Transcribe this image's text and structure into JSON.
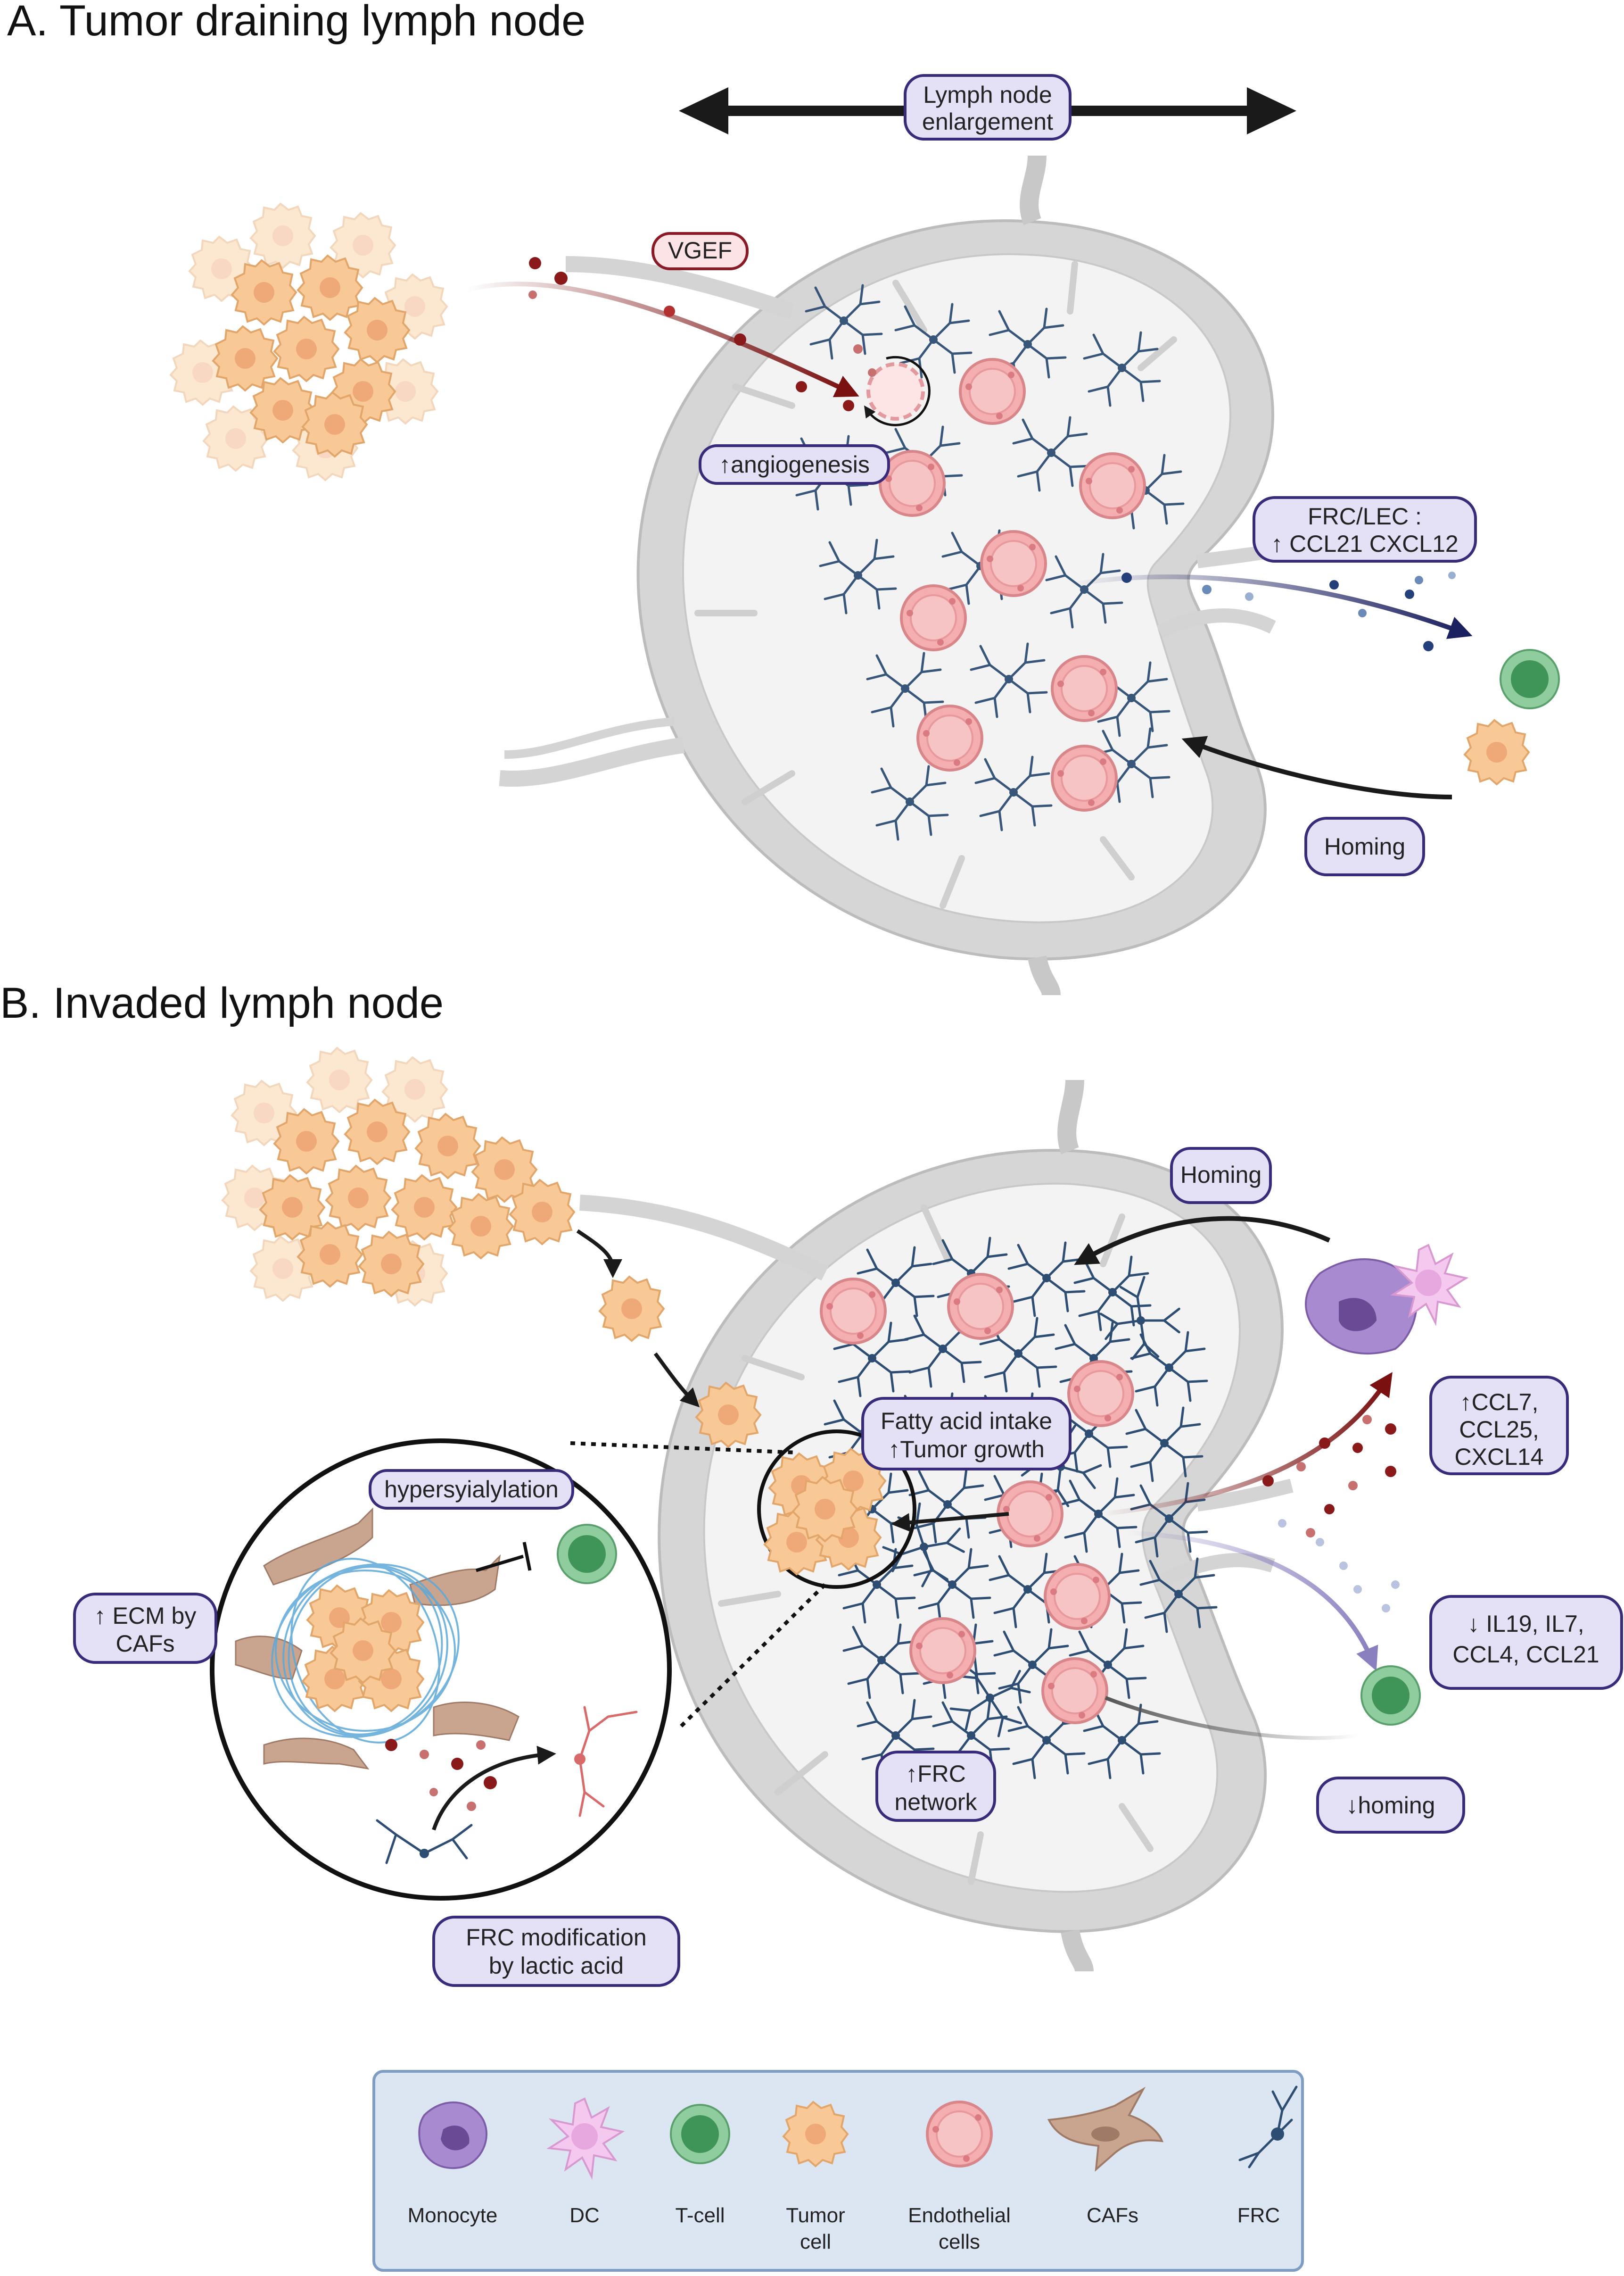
{
  "panels": {
    "a_title": "A. Tumor draining lymph node",
    "b_title": "B. Invaded lymph node"
  },
  "labels_a": {
    "enlargement_1": "Lymph node",
    "enlargement_2": "enlargement",
    "vgef": "VGEF",
    "angiogenesis": "↑angiogenesis",
    "frc_lec_1": "FRC/LEC :",
    "frc_lec_2": "↑ CCL21 CXCL12",
    "homing": "Homing"
  },
  "labels_b": {
    "homing": "Homing",
    "fatty_1": "Fatty acid intake",
    "fatty_2": "↑Tumor growth",
    "ccl_up_1": "↑CCL7,",
    "ccl_up_2": "CCL25,",
    "ccl_up_3": "CXCL14",
    "hypersialylation": "hypersyialylation",
    "ecm_1": "↑ ECM by",
    "ecm_2": "CAFs",
    "il_down_1": "↓ IL19, IL7,",
    "il_down_2": "CCL4, CCL21",
    "frc_net_1": "↑FRC",
    "frc_net_2": "network",
    "homing_down": "↓homing",
    "frc_mod_1": "FRC modification",
    "frc_mod_2": "by lactic acid"
  },
  "legend": {
    "items": [
      {
        "line1": "Monocyte",
        "line2": "",
        "icon": "monocyte-icon"
      },
      {
        "line1": "DC",
        "line2": "",
        "icon": "dc-icon"
      },
      {
        "line1": "T-cell",
        "line2": "",
        "icon": "t-cell-icon"
      },
      {
        "line1": "Tumor",
        "line2": "cell",
        "icon": "tumor-cell-icon"
      },
      {
        "line1": "Endothelial",
        "line2": "cells",
        "icon": "endothelial-icon"
      },
      {
        "line1": "CAFs",
        "line2": "",
        "icon": "caf-icon"
      },
      {
        "line1": "FRC",
        "line2": "",
        "icon": "frc-icon"
      }
    ]
  },
  "colors": {
    "label_fill": "#e4e0f5",
    "label_stroke": "#3a2a7a",
    "vgef_fill": "#fbe3e6",
    "vgef_stroke": "#8a1a26",
    "node_capsule": "#d6d6d6",
    "node_inner": "#f3f3f3",
    "frc": "#2d4d72",
    "endothelial": "#f4aeb0",
    "tumor": "#f8c997",
    "tcell": "#8fcc9e",
    "monocyte": "#a88ad0",
    "dc": "#f5c8ef",
    "caf": "#c9a48f",
    "dark_red": "#7a1010",
    "navy": "#1c2160"
  }
}
